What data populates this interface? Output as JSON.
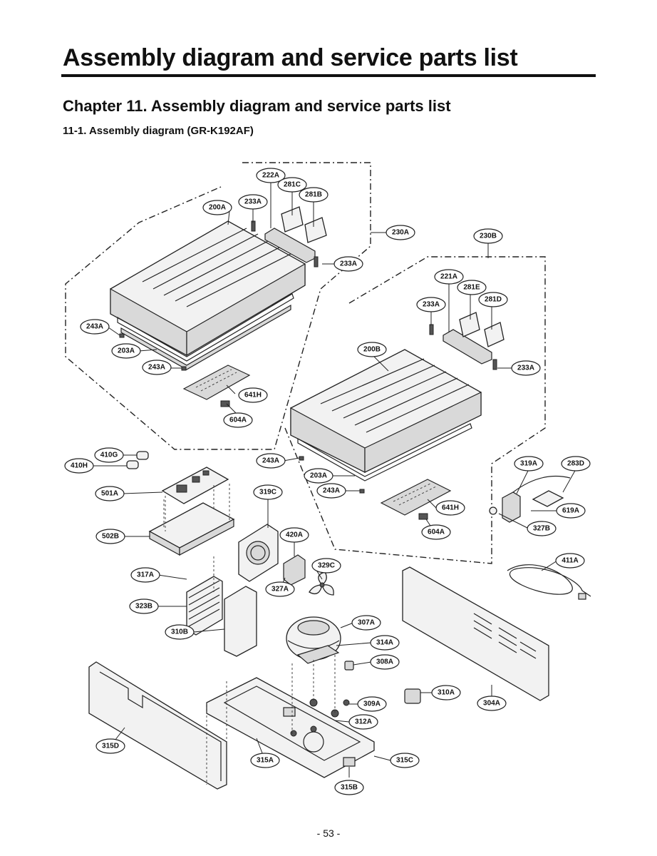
{
  "header": {
    "title": "Assembly diagram and service parts list",
    "chapter": "Chapter 11. Assembly diagram and service parts list",
    "section": "11-1. Assembly diagram (GR-K192AF)"
  },
  "callouts": {
    "c222A": "222A",
    "c281C": "281C",
    "c281B": "281B",
    "c233A_1": "233A",
    "c200A": "200A",
    "c230A": "230A",
    "c233A_2": "233A",
    "c230B": "230B",
    "c221A": "221A",
    "c281E": "281E",
    "c281D": "281D",
    "c233A_3": "233A",
    "c243A_1": "243A",
    "c203A_1": "203A",
    "c243A_2": "243A",
    "c200B": "200B",
    "c233A_4": "233A",
    "c641H_1": "641H",
    "c604A_1": "604A",
    "c410G": "410G",
    "c410H": "410H",
    "c243A_3": "243A",
    "c319A": "319A",
    "c283D": "283D",
    "c203A_2": "203A",
    "c501A": "501A",
    "c319C": "319C",
    "c243A_4": "243A",
    "c619A": "619A",
    "c641H_2": "641H",
    "c327B": "327B",
    "c502B": "502B",
    "c420A": "420A",
    "c604A_2": "604A",
    "c411A": "411A",
    "c329C": "329C",
    "c317A": "317A",
    "c327A": "327A",
    "c323B": "323B",
    "c307A": "307A",
    "c310B": "310B",
    "c314A": "314A",
    "c308A": "308A",
    "c310A": "310A",
    "c304A": "304A",
    "c309A": "309A",
    "c312A": "312A",
    "c315D": "315D",
    "c315A": "315A",
    "c315C": "315C",
    "c315B": "315B"
  },
  "footer": {
    "page_number": "- 53 -"
  }
}
